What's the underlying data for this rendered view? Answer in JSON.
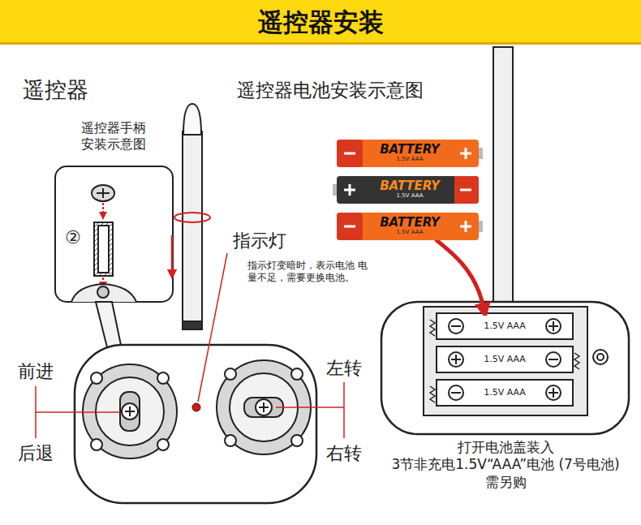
{
  "diagram": {
    "title": "遥控器安装",
    "nodes": [
      {
        "text": [
          "BATTERY",
          "1.5V AAA"
        ]
      },
      {
        "text": [
          "BATTERY",
          "1.5V AAA"
        ]
      },
      {
        "text": [
          "BATTERY",
          "1.5V AAA"
        ]
      },
      {
        "text": [
          "1.5V AAA"
        ]
      },
      {
        "text": [
          "1.5V AAA"
        ]
      },
      {
        "text": [
          "1.5V AAA"
        ]
      }
    ],
    "edges": [
      {
        "from": 2,
        "to": 3,
        "arrow": "to"
      }
    ],
    "labels": [
      "遥控器",
      "遥控器电池安装示意图",
      "遥控器手柄 安装示意图",
      "②",
      "指示灯",
      "指示灯变暗时，表示电池 电量不足，需要更换电池。",
      "前进",
      "后退",
      "左转",
      "右转",
      "打开电池盖装入 3节非充电1.5V“AAA”电池 (7号电池)需另购"
    ]
  }
}
